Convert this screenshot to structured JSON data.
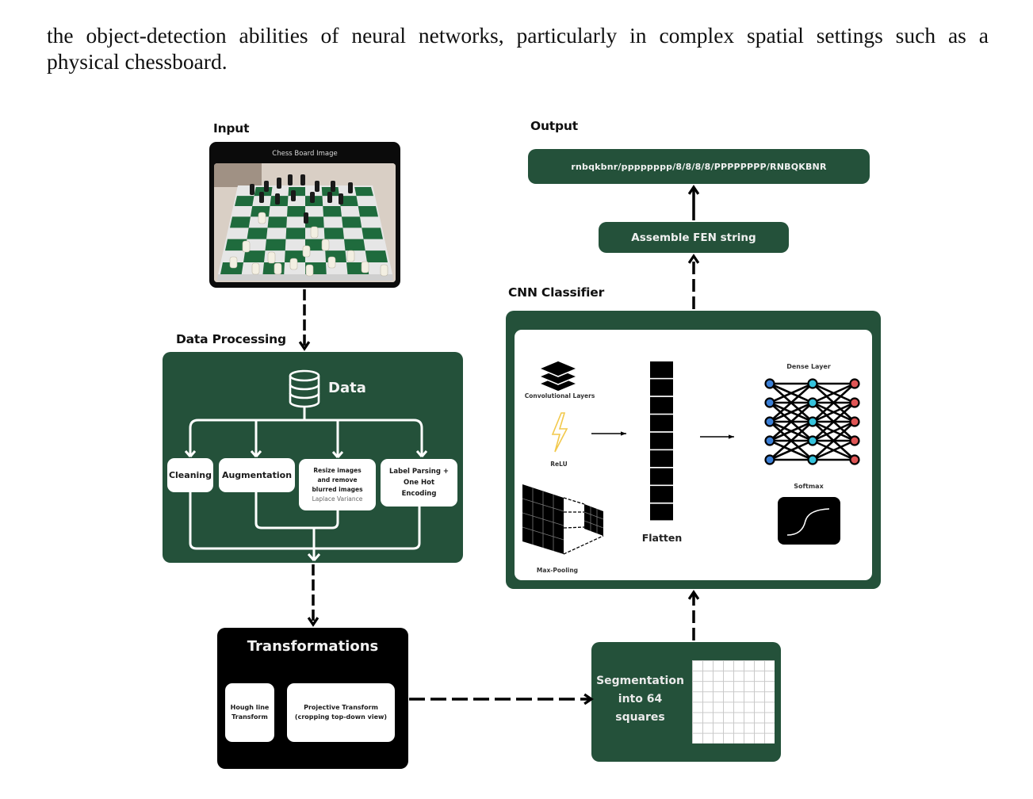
{
  "paragraph": {
    "line1": "the object-detection abilities of neural networks, particularly in complex spatial settings such as a",
    "line2": "physical chessboard."
  },
  "figure": {
    "input": {
      "section_label": "Input",
      "caption": "Chess Board Image",
      "image_alt": "photo of chessboard with pieces"
    },
    "data_processing": {
      "section_label": "Data Processing",
      "data_label": "Data",
      "steps": [
        {
          "label": "Cleaning"
        },
        {
          "label": "Augmentation"
        },
        {
          "label_lines": [
            "Resize images",
            "and remove",
            "blurred images"
          ],
          "sublabel": "Laplace Variance"
        },
        {
          "label_lines": [
            "Label Parsing +",
            "One Hot",
            "Encoding"
          ]
        }
      ]
    },
    "transformations": {
      "title": "Transformations",
      "steps": [
        {
          "label_lines": [
            "Hough line",
            "Transform"
          ]
        },
        {
          "label_lines": [
            "Projective Transform",
            "(cropping top-down view)"
          ]
        }
      ]
    },
    "segmentation": {
      "label_lines": [
        "Segmentation",
        "into 64",
        "squares"
      ],
      "grid_size": 8
    },
    "cnn_classifier": {
      "section_label": "CNN Classifier",
      "components": {
        "conv_layers": "Convolutional Layers",
        "relu": "ReLU",
        "max_pooling": "Max-Pooling",
        "flatten": "Flatten",
        "dense_layer": "Dense Layer",
        "softmax": "Softmax"
      },
      "flatten_cells": 9,
      "dense_nodes_per_layer": 5
    },
    "assemble": {
      "label": "Assemble FEN string"
    },
    "output": {
      "section_label": "Output",
      "fen": "rnbqkbnr/pppppppp/8/8/8/8/PPPPPPPP/RNBQKBNR"
    },
    "colors": {
      "green": "#24513a",
      "black": "#000000",
      "white": "#ffffff",
      "node_input": "#3b7fd6",
      "node_hidden": "#35c3dd",
      "node_output": "#e05555",
      "relu": "#f2c94c"
    }
  }
}
